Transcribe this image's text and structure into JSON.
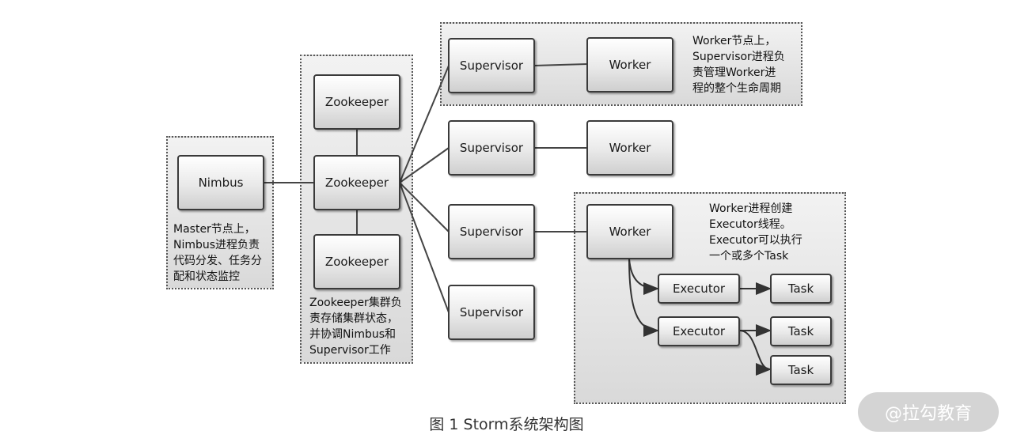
{
  "nodes": {
    "nimbus": "Nimbus",
    "zookeeper_top": "Zookeeper",
    "zookeeper_mid": "Zookeeper",
    "zookeeper_bottom": "Zookeeper",
    "supervisor_1": "Supervisor",
    "supervisor_2": "Supervisor",
    "supervisor_3": "Supervisor",
    "supervisor_4": "Supervisor",
    "worker_1": "Worker",
    "worker_2": "Worker",
    "worker_3": "Worker",
    "executor_1": "Executor",
    "executor_2": "Executor",
    "task_1": "Task",
    "task_2": "Task",
    "task_3": "Task"
  },
  "notes": {
    "master": "Master节点上，\nNimbus进程负责\n代码分发、任务分\n配和状态监控",
    "zookeeper": "Zookeeper集群负\n责存储集群状态，\n并协调Nimbus和\nSupervisor工作",
    "supervisor": "Worker节点上，\nSupervisor进程负\n责管理Worker进\n程的整个生命周期",
    "worker": "Worker进程创建\nExecutor线程。\nExecutor可以执行\n一个或多个Task"
  },
  "caption": "图 1  Storm系统架构图",
  "watermark": "@拉勾教育"
}
